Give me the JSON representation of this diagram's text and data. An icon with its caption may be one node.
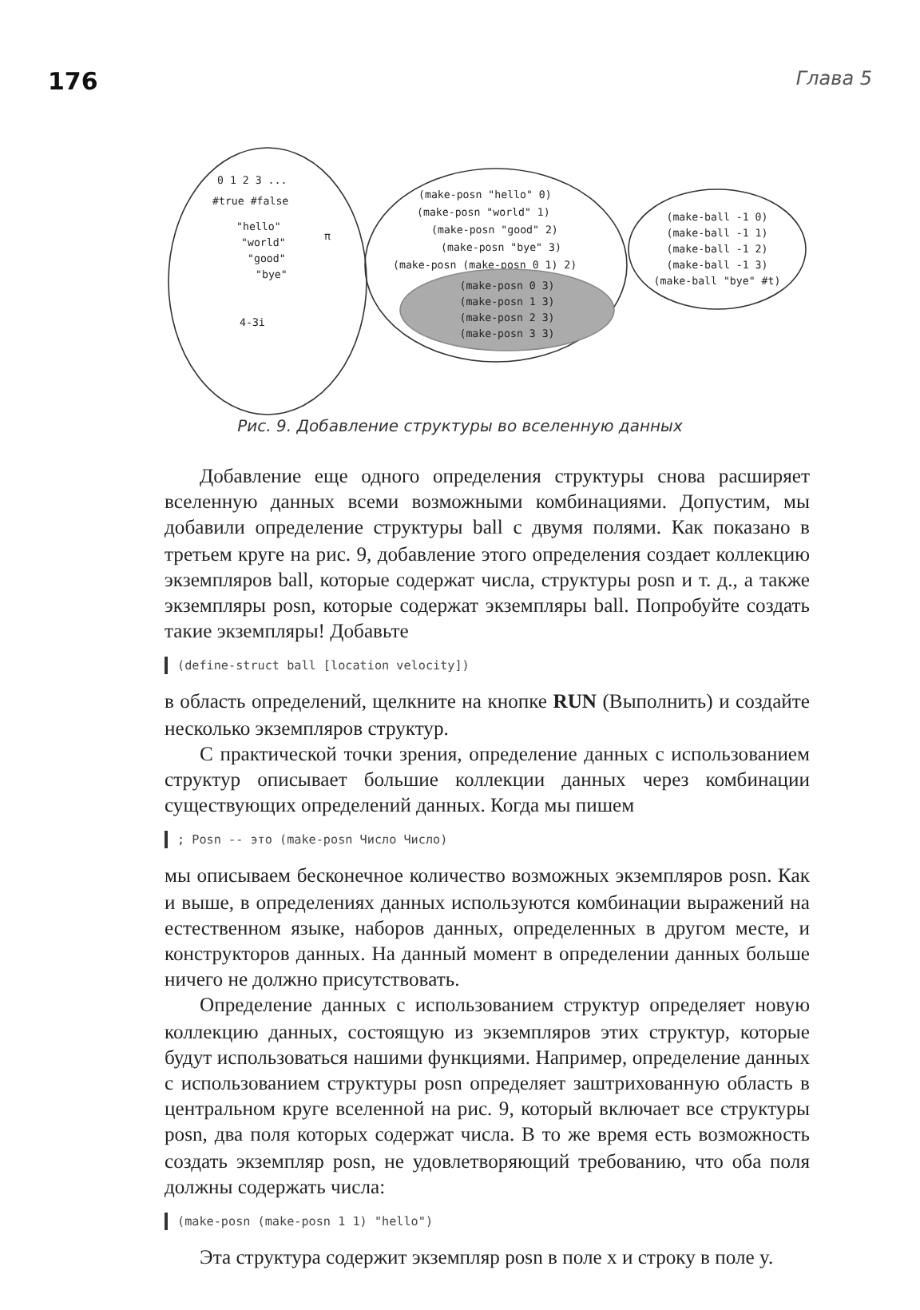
{
  "diagram": {
    "caption": "Рис. 9. Добавление структуры во вселенную данных",
    "nodes": [
      {
        "text": [
          "0 1 2 3 ...",
          "#true #false",
          "\"hello\"",
          "\"world\"",
          "\"good\"",
          "\"bye\"",
          "π",
          "4-3i"
        ]
      },
      {
        "text": [
          "(make-posn \"hello\" 0)",
          "(make-posn \"world\" 1)",
          "(make-posn \"good\" 2)",
          "(make-posn \"bye\" 3)",
          "(make-posn (make-posn 0 1) 2)"
        ]
      },
      {
        "text": [
          "(make-posn 0 3)",
          "(make-posn 1 3)",
          "(make-posn 2 3)",
          "(make-posn 3 3)"
        ],
        "in": 1
      },
      {
        "text": [
          "(make-ball -1 0)",
          "(make-ball -1 1)",
          "(make-ball -1 2)",
          "(make-ball -1 3)",
          "(make-ball \"bye\" #t)"
        ]
      }
    ],
    "labels": [
      "176",
      "Глава 5",
      "Добавление еще одного определения структуры снова расширяет вселенную данных всеми возможными комбинациями. Допустим, мы добавили определение структуры ball с двумя полями. Как показано в третьем круге на рис. 9, добавление этого определения создает коллекцию экземпляров ball, которые содержат числа, структуры posn и т. д., а также экземпляры posn, которые содержат экземпляры ball. Попробуйте создать такие экземпляры! Добавьте",
      "(define-struct ball [location velocity])",
      "в область определений, щелкните на кнопке **RUN** (Выполнить) и создайте несколько экземпляров структур.",
      "С практической точки зрения, определение данных с использованием структур описывает большие коллекции данных через комбинации существующих определений данных. Когда мы пишем",
      "; Posn -- это (make-posn Число Число)",
      "мы описываем бесконечное количество возможных экземпляров posn. Как и выше, в определениях данных используются комбинации выражений на естественном языке, наборов данных, определенных в другом месте, и конструкторов данных. На данный момент в определении данных больше ничего не должно присутствовать.",
      "Определение данных с использованием структур определяет новую коллекцию данных, состоящую из экземпляров этих структур, которые будут использоваться нашими функциями. Например, определение данных с использованием структуры posn определяет заштрихованную область в центральном круге вселенной на рис. 9, который включает все структуры posn, два поля которых содержат числа. В то же время есть возможность создать экземпляр posn, не удовлетворяющий требованию, что оба поля должны содержать числа:",
      "(make-posn (make-posn 1 1) \"hello\")",
      "Эта структура содержит экземпляр posn в поле x и строку в поле y."
    ]
  }
}
